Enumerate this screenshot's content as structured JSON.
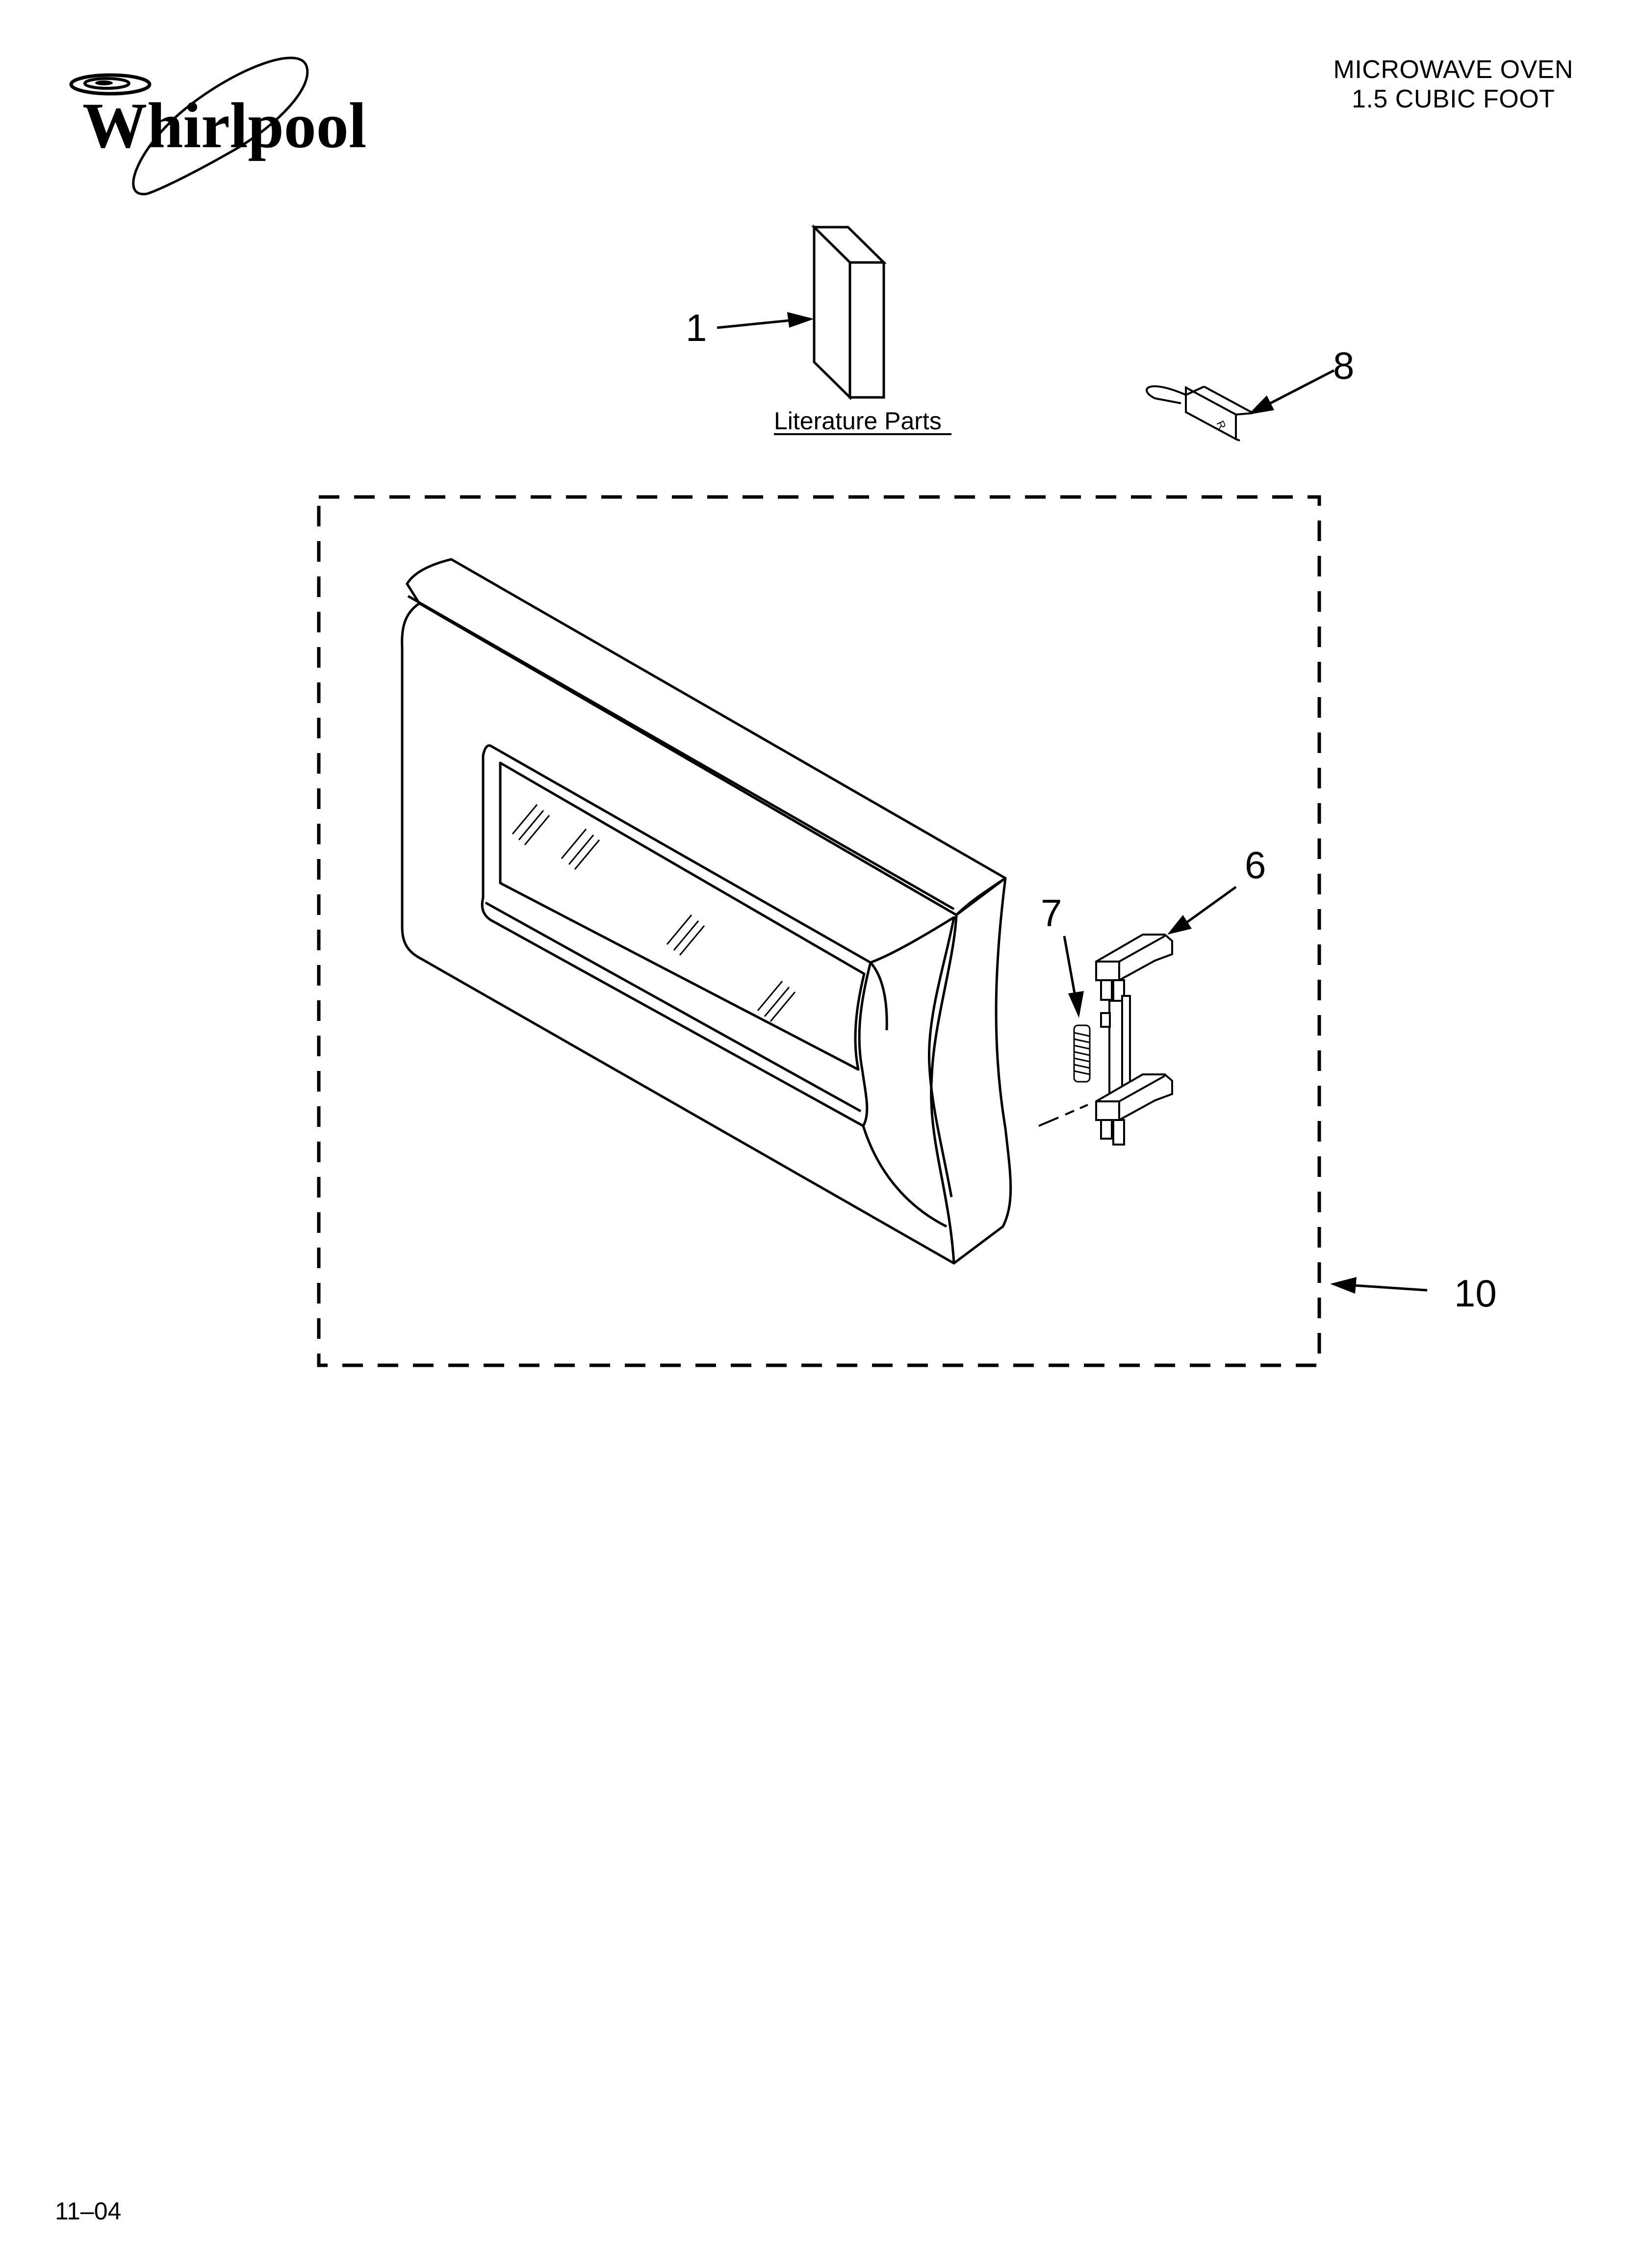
{
  "brand": {
    "logo_text": "Whirlpool"
  },
  "header": {
    "line1": "MICROWAVE OVEN",
    "line2": "1.5 CUBIC FOOT"
  },
  "callouts": {
    "c1": "1",
    "c6": "6",
    "c7": "7",
    "c8": "8",
    "c10": "10"
  },
  "labels": {
    "literature_parts": "Literature Parts"
  },
  "footer": {
    "date_code": "11–04"
  },
  "colors": {
    "line": "#000000",
    "background": "#ffffff"
  }
}
